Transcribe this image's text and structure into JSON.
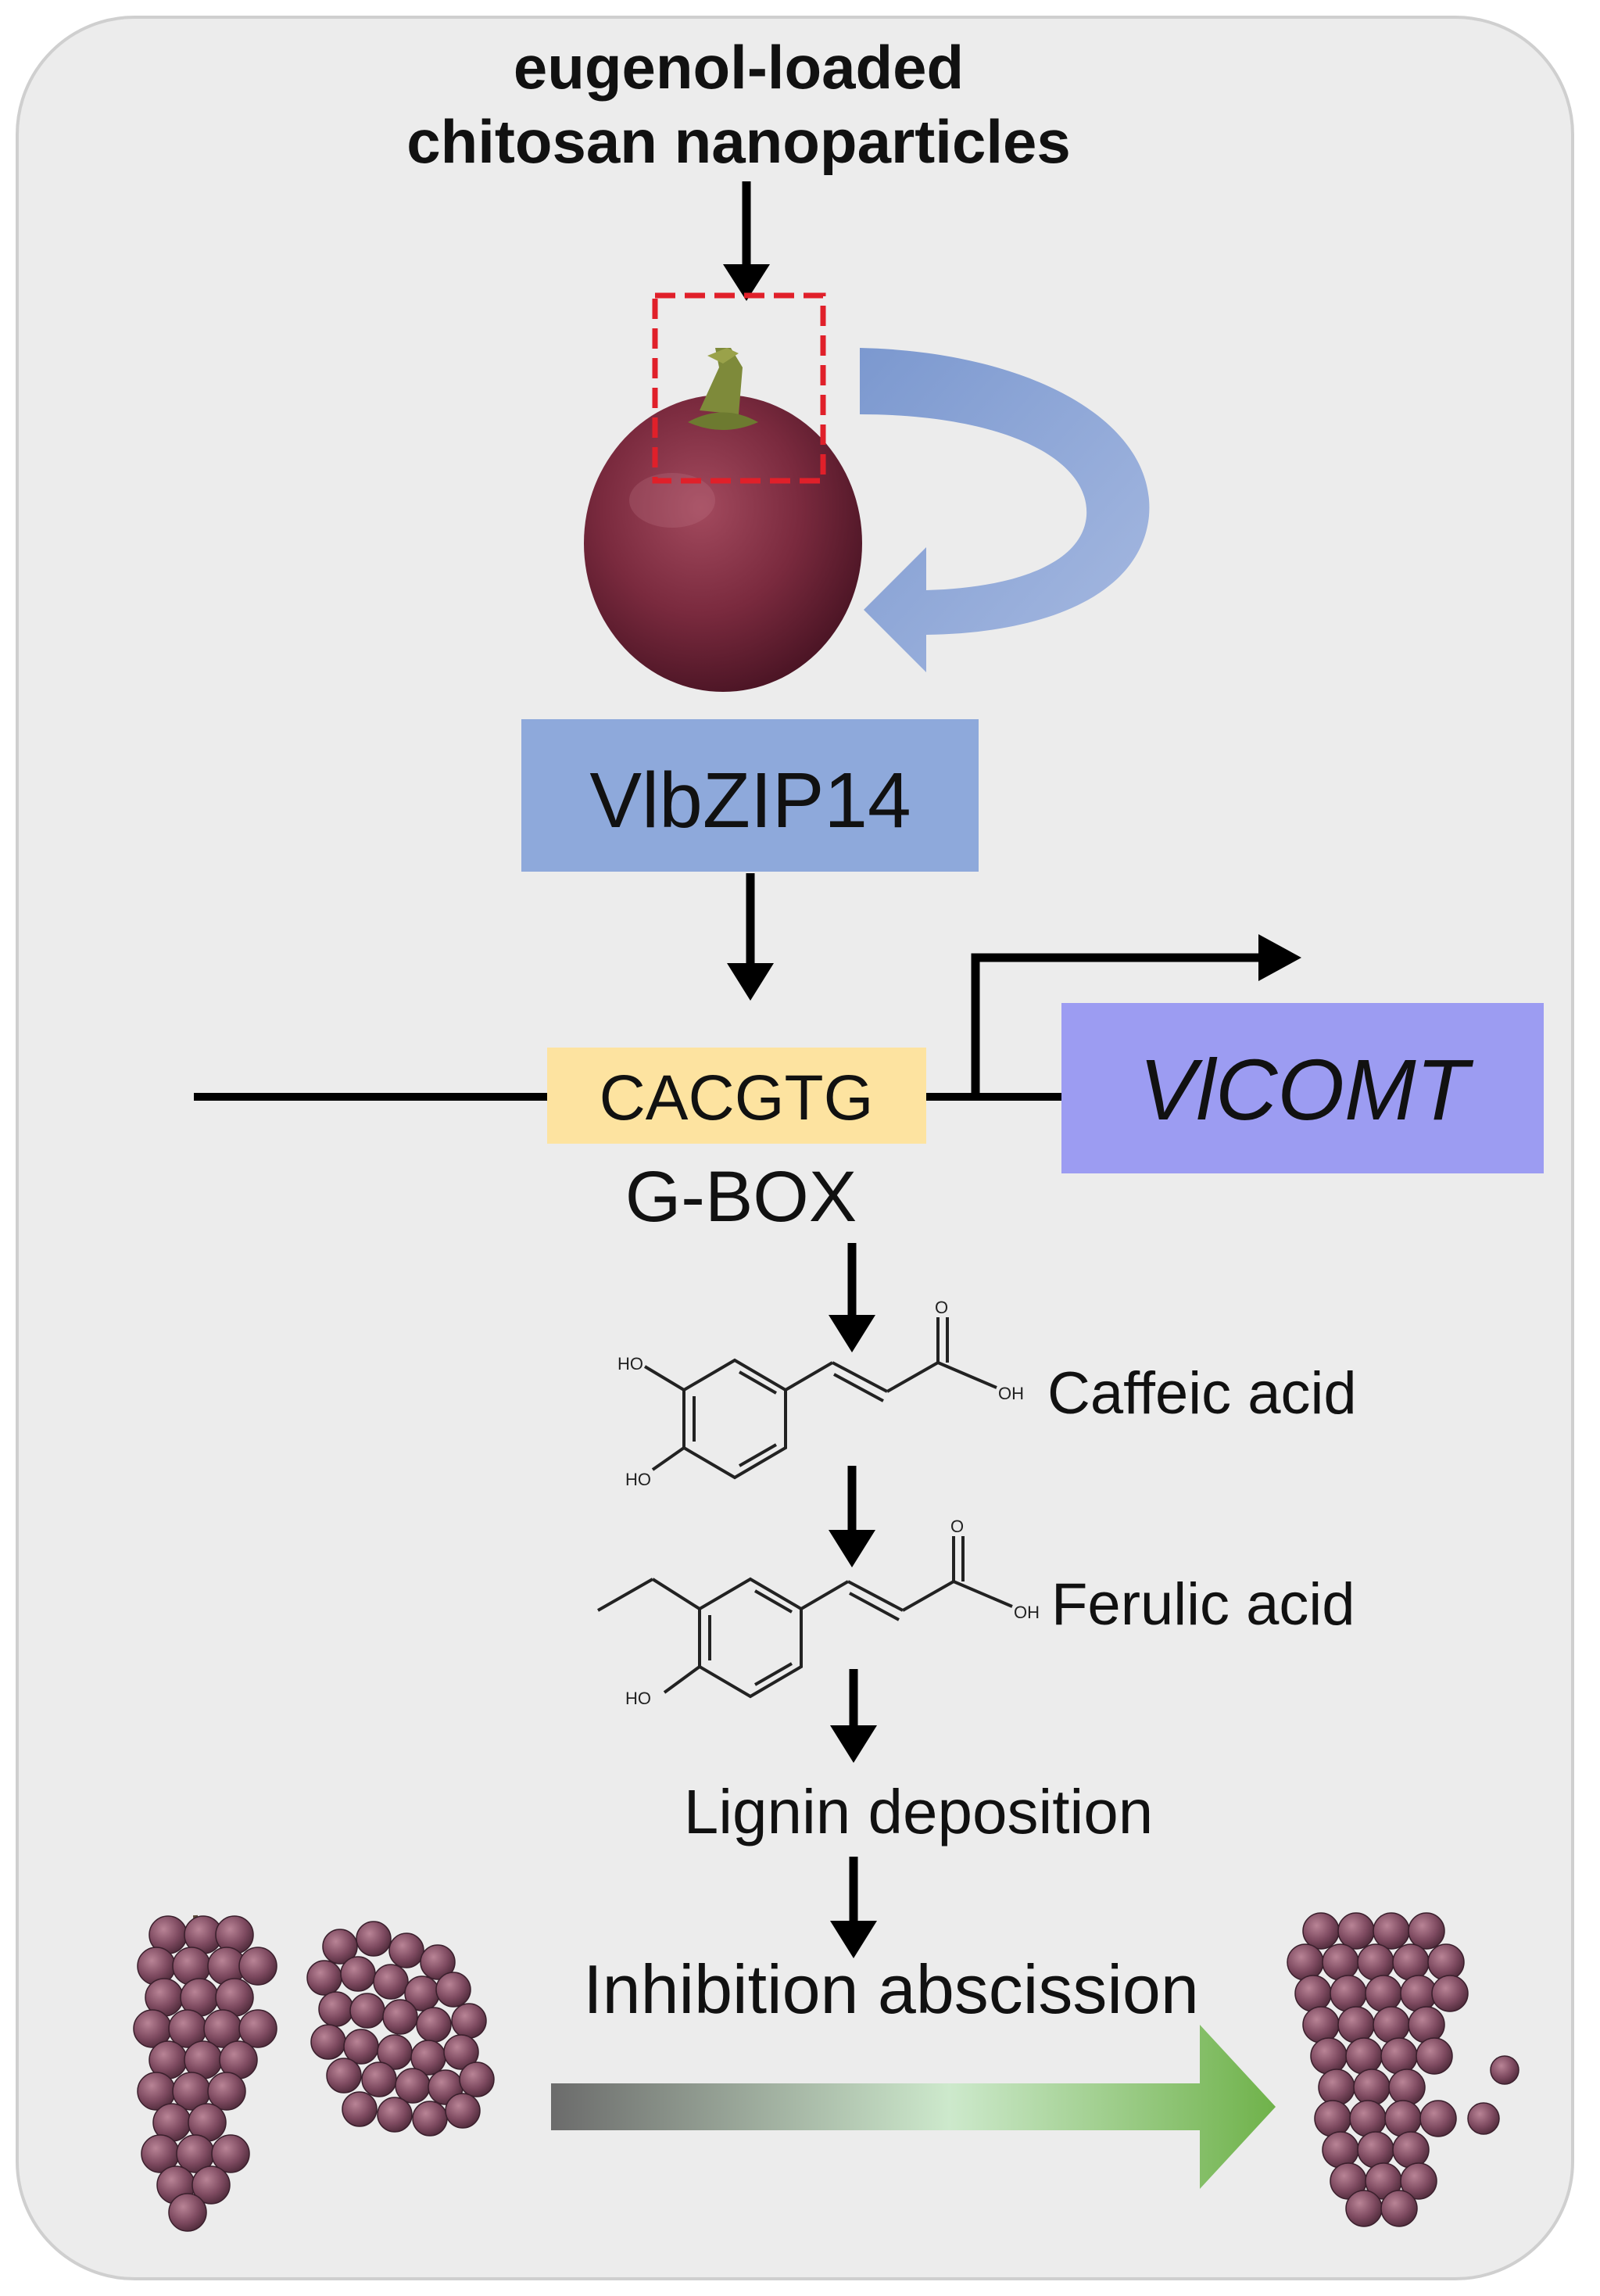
{
  "treatment_label": {
    "line1": "eugenol-loaded",
    "line2": "chitosan nanoparticles"
  },
  "tf_box": {
    "label": "VlbZIP14"
  },
  "promoter": {
    "motif": "CACGTG",
    "element": "G-BOX"
  },
  "gene_box": {
    "label": "VlCOMT"
  },
  "compounds": {
    "caffeic": {
      "name": "Caffeic acid",
      "ho_top": "HO",
      "ho_bottom": "HO",
      "oh": "OH",
      "carbonyl_o": "O"
    },
    "ferulic": {
      "name": "Ferulic acid",
      "ho": "HO",
      "oh": "OH",
      "carbonyl_o": "O"
    }
  },
  "steps": {
    "lignin": "Lignin deposition",
    "outcome": "Inhibition abscission"
  },
  "colors": {
    "panel_bg": "#ececec",
    "panel_border": "#cfcfcf",
    "tf_box": "#8ea9db",
    "gene_box": "#9c9cf2",
    "motif_box": "#fde3a0",
    "curved_arrow": "#8aa3d6",
    "focus_box": "#e0202a",
    "gradient_start": "#6b6b6b",
    "gradient_mid": "#cde9cc",
    "gradient_end": "#6fb24a"
  }
}
